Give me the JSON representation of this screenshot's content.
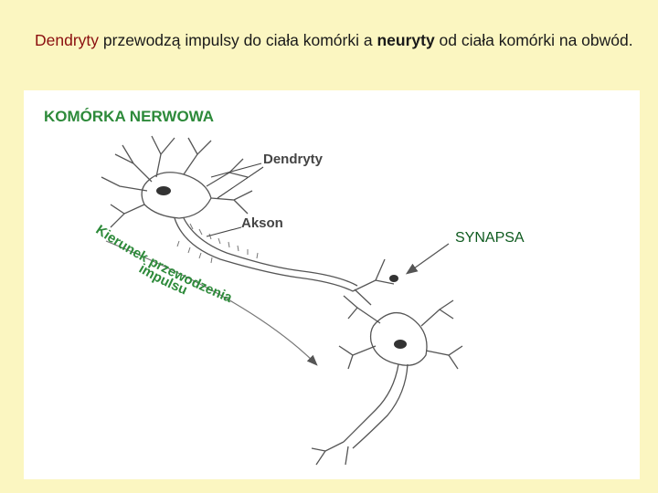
{
  "caption": {
    "part1": "Dendryty",
    "part2": " przewodzą impulsy do ciała komórki a ",
    "part3": "neuryty",
    "part4": " od ciała komórki na obwód."
  },
  "figure": {
    "title": "KOMÓRKA NERWOWA",
    "label_dendrites": "Dendryty",
    "label_axon": "Akson",
    "label_direction_1": "Kierunek przewodzenia",
    "label_direction_2": "impulsu",
    "label_synapse": "SYNAPSA",
    "colors": {
      "title": "#2d8a3a",
      "line": "#555555",
      "synapse": "#0d5a1e",
      "caption_highlight": "#8b0f0f"
    }
  }
}
